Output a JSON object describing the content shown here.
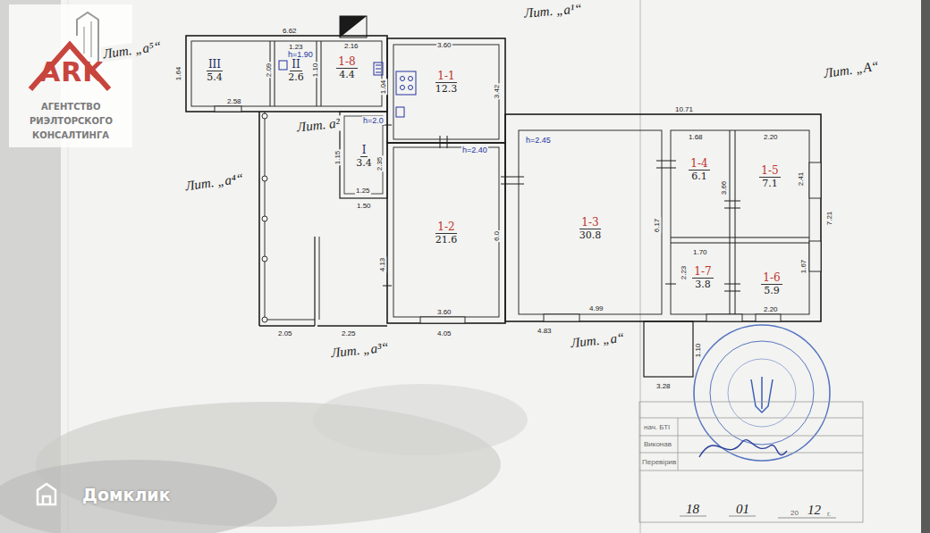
{
  "diagram": {
    "nodes": [
      {
        "text": [
          "III",
          "5.4"
        ]
      },
      {
        "text": [
          "II",
          "2.6"
        ]
      },
      {
        "text": [
          "1-8",
          "4.4"
        ]
      },
      {
        "text": [
          "1-1",
          "12.3"
        ]
      },
      {
        "text": [
          "I",
          "3.4"
        ]
      },
      {
        "text": [
          "1-2",
          "21.6"
        ]
      },
      {
        "text": [
          "1-3",
          "30.8"
        ]
      },
      {
        "text": [
          "1-4",
          "6.1"
        ]
      },
      {
        "text": [
          "1-5",
          "7.1"
        ]
      },
      {
        "text": [
          "1-7",
          "3.8"
        ]
      },
      {
        "text": [
          "1-6",
          "5.9"
        ]
      }
    ],
    "labels": [
      "ARK",
      "АГЕНТСТВО",
      "РИЭЛТОРСКОГО",
      "КОНСАЛТИНГА",
      "Лит. „а⁵“",
      "Лит. „а¹“",
      "Лит. „А“",
      "Лит. „а⁴“",
      "Лит. а²",
      "Лит. „а³“",
      "Лит. „а“",
      "6.62",
      "1.64",
      "1.23",
      "h=1.90",
      "2.16",
      "3.60",
      "2.09",
      "1.10",
      "1.04",
      "2.58",
      "3.42",
      "2.35",
      "h=2.0",
      "h=2.40",
      "h=2.45",
      "10.71",
      "1.68",
      "2.20",
      "1.15",
      "1.25",
      "1.50",
      "3.66",
      "2.41",
      "6.17",
      "7.21",
      "6.0",
      "4.13",
      "1.70",
      "2.23",
      "1.67",
      "2.20",
      "4.99",
      "3.60",
      "2.05",
      "2.25",
      "4.05",
      "4.83",
      "3.28",
      "1.10",
      "нач. БТІ",
      "Виконав",
      "Перевірив",
      "18",
      "01",
      "20",
      "12",
      "г.",
      "Домклик"
    ]
  }
}
